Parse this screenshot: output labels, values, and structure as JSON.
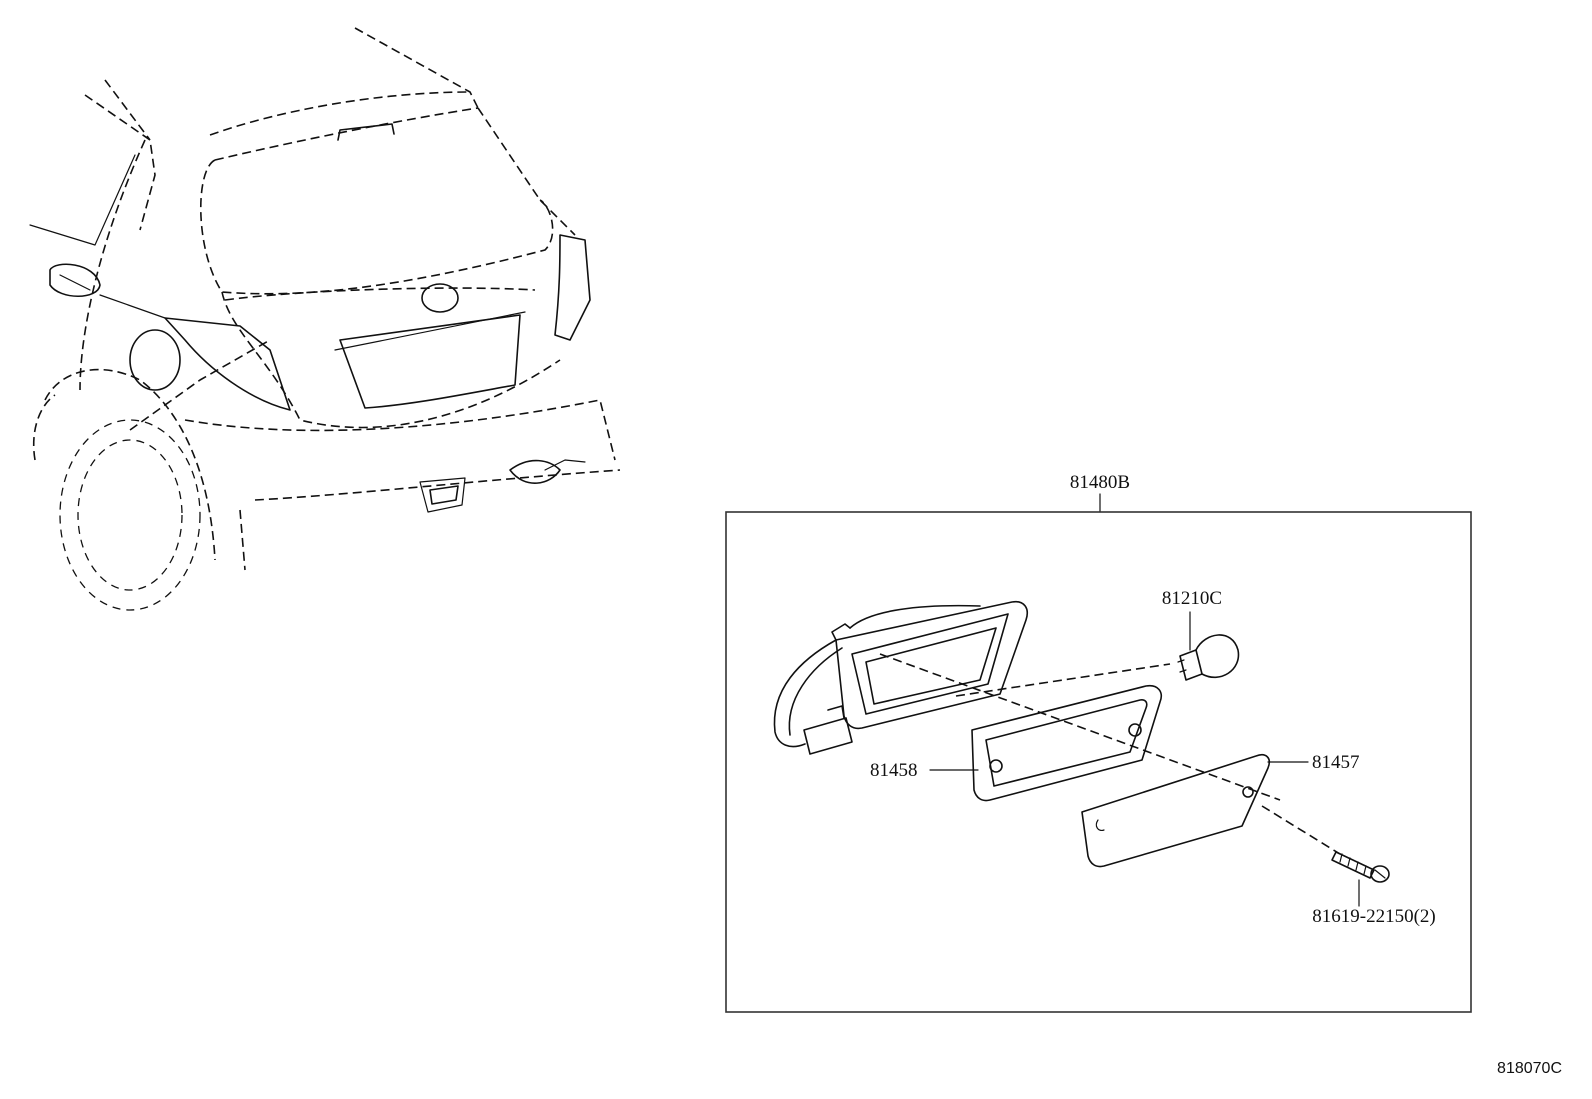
{
  "diagram": {
    "assembly": {
      "code": "81480B"
    },
    "parts": {
      "bulb": "81210C",
      "gasket": "81458",
      "lens": "81457",
      "screw": "81619-22150(2)"
    },
    "figure_code": "818070C"
  }
}
